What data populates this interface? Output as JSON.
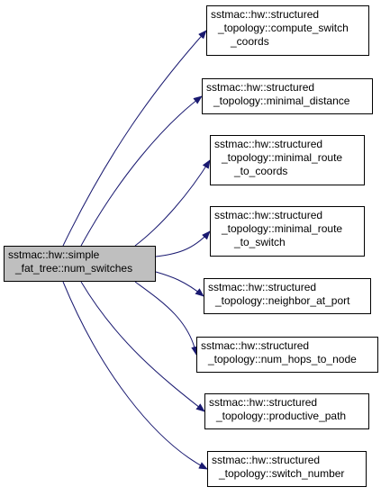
{
  "diagram": {
    "root": {
      "id": "root",
      "lines": [
        "sstmac::hw::simple",
        "_fat_tree::num_switches"
      ],
      "fill": "#bfbfbf"
    },
    "callees": [
      {
        "id": "n1",
        "lines": [
          "sstmac::hw::structured",
          "_topology::compute_switch",
          "_coords"
        ]
      },
      {
        "id": "n2",
        "lines": [
          "sstmac::hw::structured",
          "_topology::minimal_distance"
        ]
      },
      {
        "id": "n3",
        "lines": [
          "sstmac::hw::structured",
          "_topology::minimal_route",
          "_to_coords"
        ]
      },
      {
        "id": "n4",
        "lines": [
          "sstmac::hw::structured",
          "_topology::minimal_route",
          "_to_switch"
        ]
      },
      {
        "id": "n5",
        "lines": [
          "sstmac::hw::structured",
          "_topology::neighbor_at_port"
        ]
      },
      {
        "id": "n6",
        "lines": [
          "sstmac::hw::structured",
          "_topology::num_hops_to_node"
        ]
      },
      {
        "id": "n7",
        "lines": [
          "sstmac::hw::structured",
          "_topology::productive_path"
        ]
      },
      {
        "id": "n8",
        "lines": [
          "sstmac::hw::structured",
          "_topology::switch_number"
        ]
      }
    ],
    "edge_color": "#191970"
  }
}
